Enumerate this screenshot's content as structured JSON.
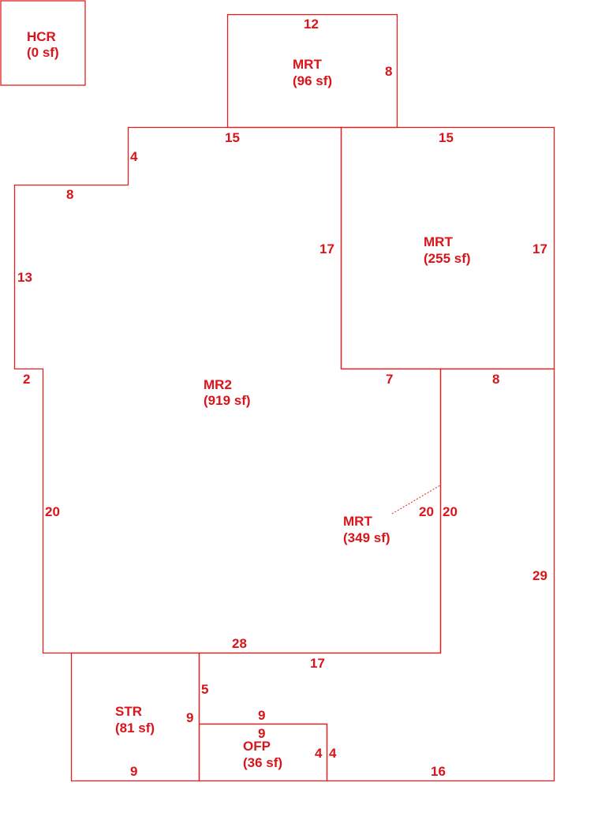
{
  "areas": {
    "hcr": {
      "code": "HCR",
      "area": "(0 sf)"
    },
    "mrt_top": {
      "code": "MRT",
      "area": "(96 sf)"
    },
    "mrt_right": {
      "code": "MRT",
      "area": "(255 sf)"
    },
    "mr2": {
      "code": "MR2",
      "area": "(919 sf)"
    },
    "mrt_lower": {
      "code": "MRT",
      "area": "(349 sf)"
    },
    "str": {
      "code": "STR",
      "area": "(81 sf)"
    },
    "ofp": {
      "code": "OFP",
      "area": "(36 sf)"
    }
  },
  "dimensions": {
    "mrt_top_top": "12",
    "mrt_top_right": "8",
    "mr2_top": "15",
    "mrt_right_top": "15",
    "mr2_step_vertical": "4",
    "mr2_step_horizontal": "8",
    "mr2_left_upper": "13",
    "mrt_right_left": "17",
    "mrt_right_right": "17",
    "mr2_left_step": "2",
    "mrt_lower_top_left": "7",
    "mrt_lower_top_right": "8",
    "mr2_left_lower": "20",
    "mr2_right": "20",
    "mrt_lower_left": "20",
    "mrt_lower_right": "29",
    "mr2_bottom": "28",
    "mrt_lower_bottom": "17",
    "str_right_upper": "5",
    "str_right": "9",
    "ofp_top_outer": "9",
    "ofp_top_inner": "9",
    "ofp_right_inner": "4",
    "ofp_right_outer": "4",
    "str_bottom": "9",
    "mrt_lower_bottom_right": "16"
  }
}
